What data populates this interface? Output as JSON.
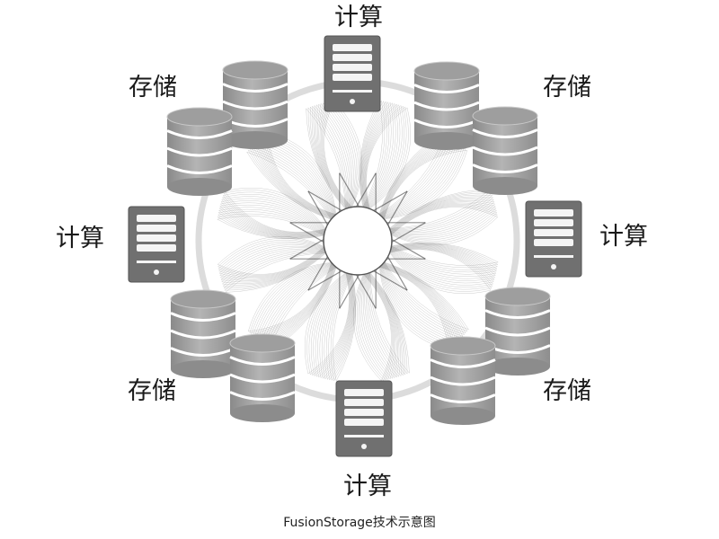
{
  "labels": {
    "compute_top": "计算",
    "compute_left": "计算",
    "compute_right": "计算",
    "compute_bottom": "计算",
    "storage_top_left": "存储",
    "storage_top_right": "存储",
    "storage_bottom_left": "存储",
    "storage_bottom_right": "存储"
  },
  "caption": "FusionStorage技术示意图",
  "colors": {
    "compute_node": "#707070",
    "storage_node": "#9e9e9e",
    "ring": "#d9d9d9",
    "mesh": "#4a4a4a"
  },
  "icons": {
    "compute": "server-tablet-icon",
    "storage": "database-cylinder-icon"
  }
}
